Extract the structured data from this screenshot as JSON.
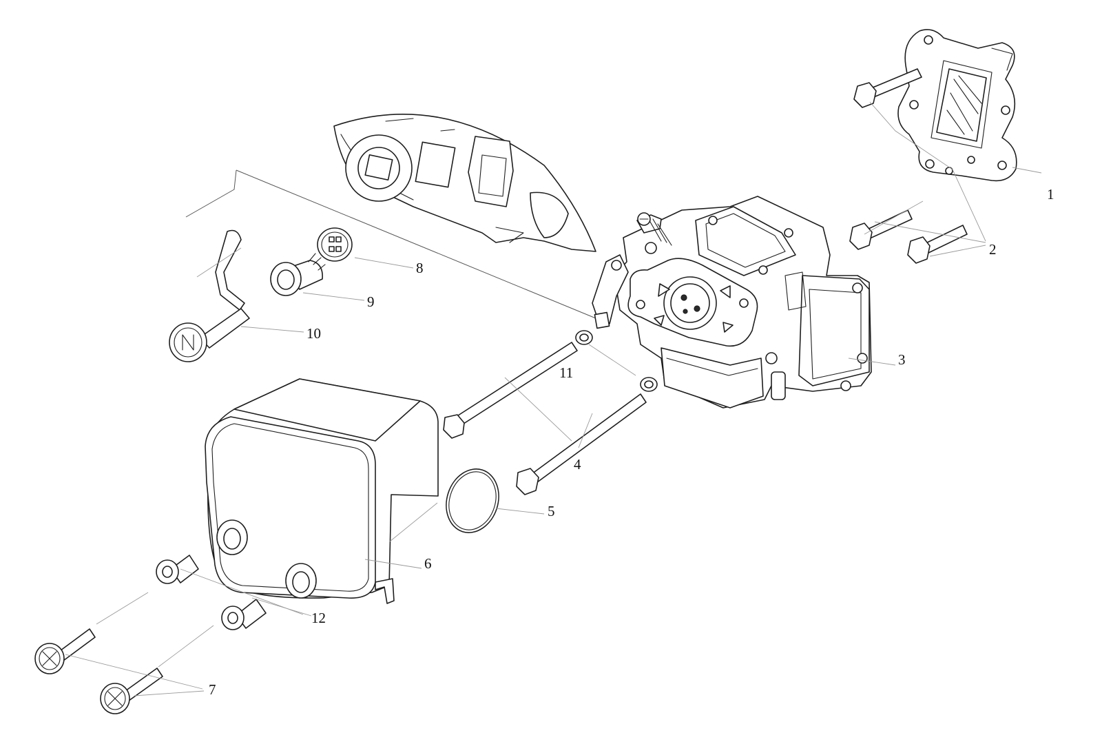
{
  "diagram": {
    "type": "exploded-parts-view",
    "line_color": "#1e1e1e",
    "leader_color": "#9a9a9a",
    "callouts": [
      "1",
      "2",
      "3",
      "4",
      "5",
      "6",
      "7",
      "8",
      "9",
      "10",
      "11",
      "12"
    ]
  }
}
